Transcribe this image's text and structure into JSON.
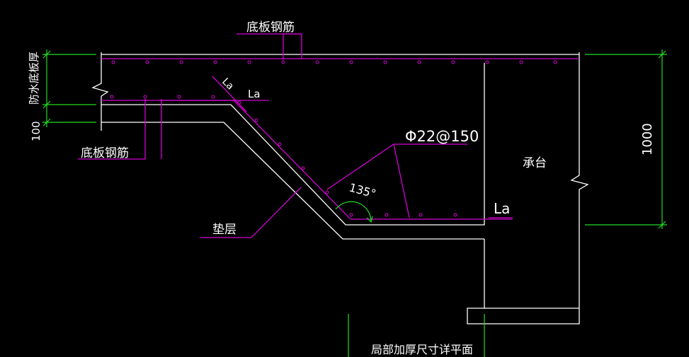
{
  "labels": {
    "top_rebar": "底板钢筋",
    "left_rebar": "底板钢筋",
    "waterproof_thickness": "防水底板厚",
    "dim_100": "100",
    "la_top": "La",
    "la_diag": "La",
    "la_bottom": "La",
    "rebar_spec": "Φ22@150",
    "angle": "135°",
    "cushion": "垫层",
    "pile_cap": "承台",
    "dim_1000": "1000",
    "caption": "局部加厚尺寸详平面"
  },
  "colors": {
    "background": "#000000",
    "concrete_outline": "#ffffff",
    "rebar": "#d400d4",
    "dimension": "#22dd22",
    "text": "#ffffff"
  }
}
